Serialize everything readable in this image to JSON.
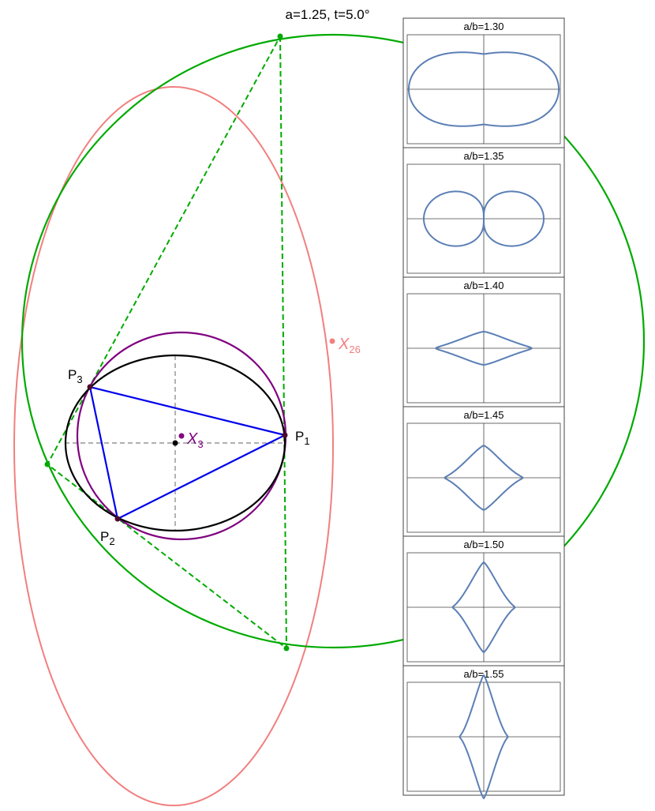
{
  "title": "a=1.25, t=5.0°",
  "labels": {
    "p1": "P",
    "p1_sub": "1",
    "p2": "P",
    "p2_sub": "2",
    "p3": "P",
    "p3_sub": "3",
    "x3": "X",
    "x3_sub": "3",
    "x26": "X",
    "x26_sub": "26"
  },
  "colors": {
    "ellipse": "#000000",
    "triangle": "#0000ee",
    "circumcircle": "#800080",
    "tangential_circle": "#00aa00",
    "locus_x26": "#f27f7f",
    "panel_curve": "#5b7fb5",
    "axes_dashed": "#808080"
  },
  "panels": [
    {
      "title": "a/b=1.30",
      "ratio": 1.3
    },
    {
      "title": "a/b=1.35",
      "ratio": 1.35
    },
    {
      "title": "a/b=1.40",
      "ratio": 1.4
    },
    {
      "title": "a/b=1.45",
      "ratio": 1.45
    },
    {
      "title": "a/b=1.50",
      "ratio": 1.5
    },
    {
      "title": "a/b=1.55",
      "ratio": 1.55
    }
  ]
}
